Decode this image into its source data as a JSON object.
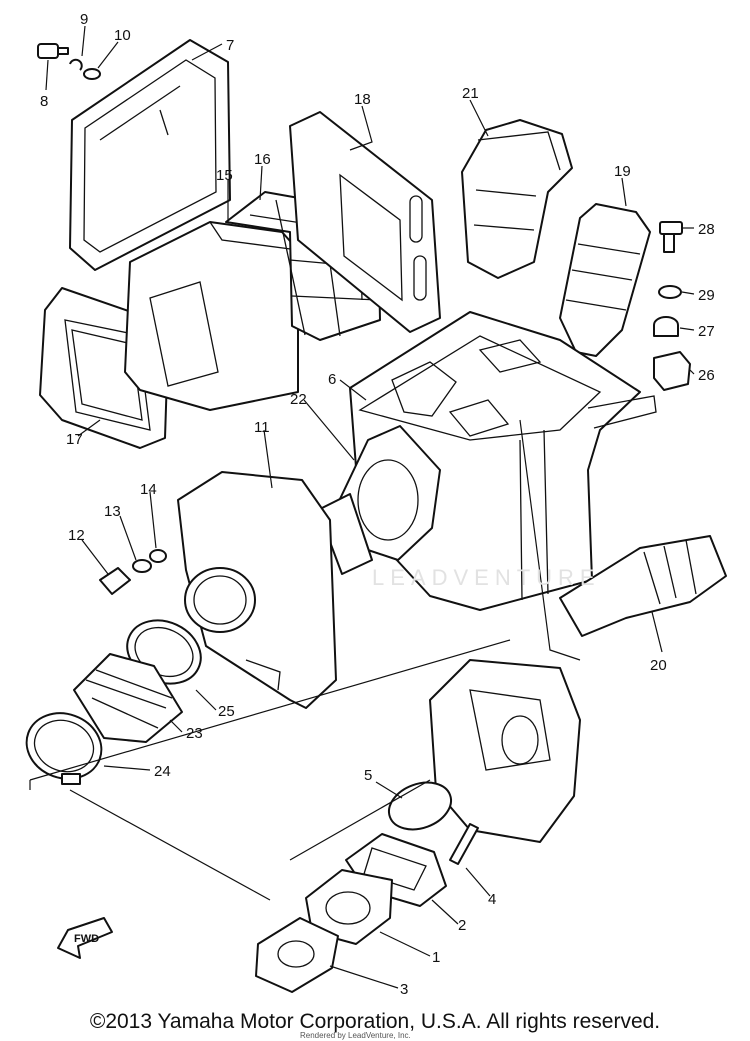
{
  "copyright": "©2013 Yamaha Motor Corporation, U.S.A. All rights reserved.",
  "rendered_by": "Rendered by LeadVenture, Inc.",
  "watermark": "LEADVENTURE",
  "fwd_label": "FWD",
  "parts": [
    {
      "id": "1",
      "label": "1"
    },
    {
      "id": "2",
      "label": "2"
    },
    {
      "id": "3",
      "label": "3"
    },
    {
      "id": "4",
      "label": "4"
    },
    {
      "id": "5",
      "label": "5"
    },
    {
      "id": "6",
      "label": "6"
    },
    {
      "id": "7",
      "label": "7"
    },
    {
      "id": "8",
      "label": "8"
    },
    {
      "id": "9",
      "label": "9"
    },
    {
      "id": "10",
      "label": "10"
    },
    {
      "id": "11",
      "label": "11"
    },
    {
      "id": "12",
      "label": "12"
    },
    {
      "id": "13",
      "label": "13"
    },
    {
      "id": "14",
      "label": "14"
    },
    {
      "id": "15",
      "label": "15"
    },
    {
      "id": "16",
      "label": "16"
    },
    {
      "id": "17",
      "label": "17"
    },
    {
      "id": "18",
      "label": "18"
    },
    {
      "id": "19",
      "label": "19"
    },
    {
      "id": "20",
      "label": "20"
    },
    {
      "id": "21",
      "label": "21"
    },
    {
      "id": "22",
      "label": "22"
    },
    {
      "id": "23",
      "label": "23"
    },
    {
      "id": "24",
      "label": "24"
    },
    {
      "id": "25",
      "label": "25"
    },
    {
      "id": "26",
      "label": "26"
    },
    {
      "id": "27",
      "label": "27"
    },
    {
      "id": "28",
      "label": "28"
    },
    {
      "id": "29",
      "label": "29"
    }
  ]
}
